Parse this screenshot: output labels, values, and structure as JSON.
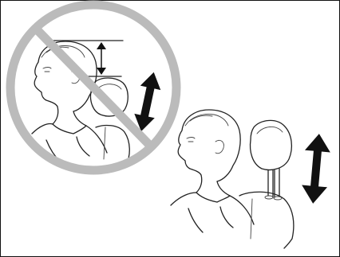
{
  "illustration": {
    "panels": [
      {
        "state": "incorrect",
        "marker": "prohibition-sign",
        "shows": "gap-between-head-and-headrest"
      },
      {
        "state": "correct",
        "shows": "headrest-adjusted-to-head"
      }
    ],
    "colors": {
      "ink": "#222222",
      "prohibition": "#bbbbbb",
      "background": "#ffffff"
    },
    "icons": [
      "prohibition-icon",
      "double-arrow-icon",
      "gap-measure-icon"
    ]
  }
}
